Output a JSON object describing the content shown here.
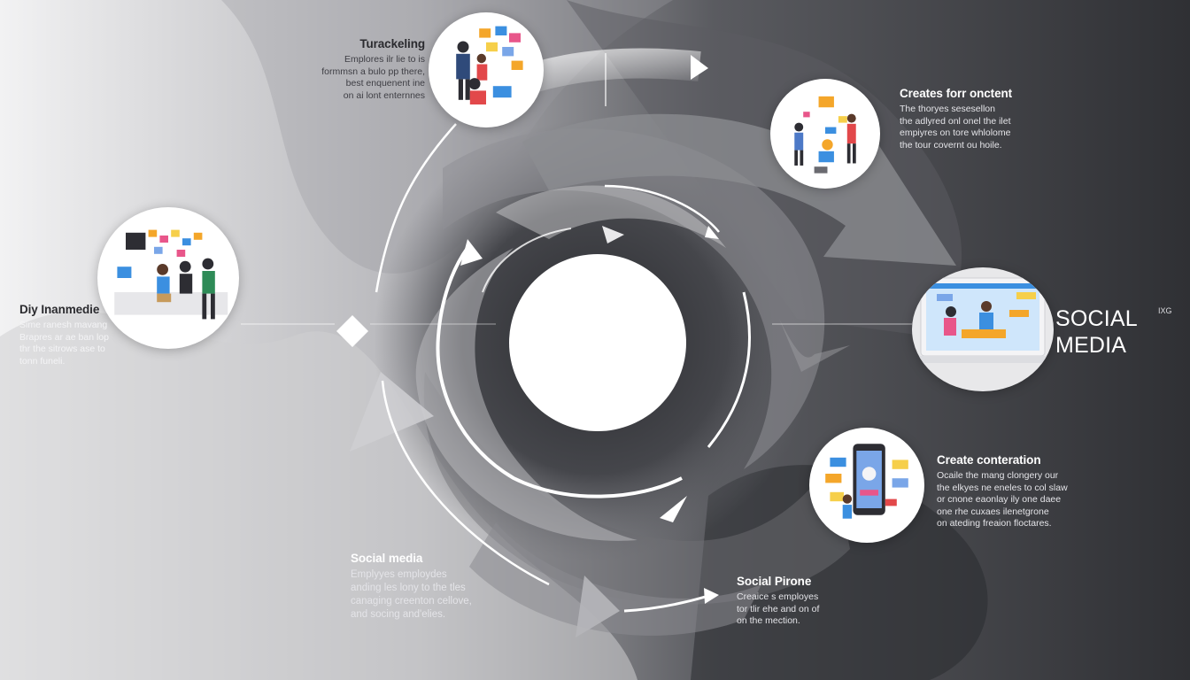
{
  "steps": {
    "top_left": {
      "title": "Turackeling",
      "desc": [
        "Emplores ilr lie to is",
        "formmsn a bulo pp there,",
        "best enquenent ine",
        "on ai lont enternnes"
      ]
    },
    "left": {
      "title": "Diy Inanmedie",
      "desc": [
        "Sime ranesh mavang",
        "Brapres ar ae ban lop",
        "thr the sitrows ase to",
        "tonn funeli."
      ]
    },
    "top_right": {
      "title": "Creates forr onctent",
      "desc": [
        "The thoryes sesesellon",
        "the adlyred onl onel the ilet",
        "empiyres on tore whlolome",
        "the tour covernt ou hoile."
      ]
    },
    "mid_right": {
      "title": "Create conteration",
      "desc": [
        "Ocaile the mang clongery our",
        "the elkyes ne eneles to col slaw",
        "or cnone eaonlay ily one daee",
        "one rhe cuxaes ilenetgrone",
        "on ateding freaion floctares."
      ]
    },
    "bottom_center": {
      "title": "Social media",
      "desc": [
        "Emplyyes employdes",
        "anding les lony to the tles",
        "canaging creenton cellove,",
        "and socing and'elies."
      ]
    },
    "bottom_right": {
      "title": "Social Pirone",
      "desc": [
        "Creaice s employes",
        "tor tlir ehe and on of",
        "on the mection."
      ]
    }
  },
  "brand": {
    "line1": "SOCIAL",
    "line2": "MEDIA",
    "badge": "IXG"
  },
  "colors": {
    "background_dark": "#3a3b40",
    "background_light": "#ededee",
    "arrow_white": "#ffffff",
    "accent_orange": "#f4a62a",
    "accent_blue": "#3b8fe0",
    "accent_pink": "#e8568a"
  }
}
